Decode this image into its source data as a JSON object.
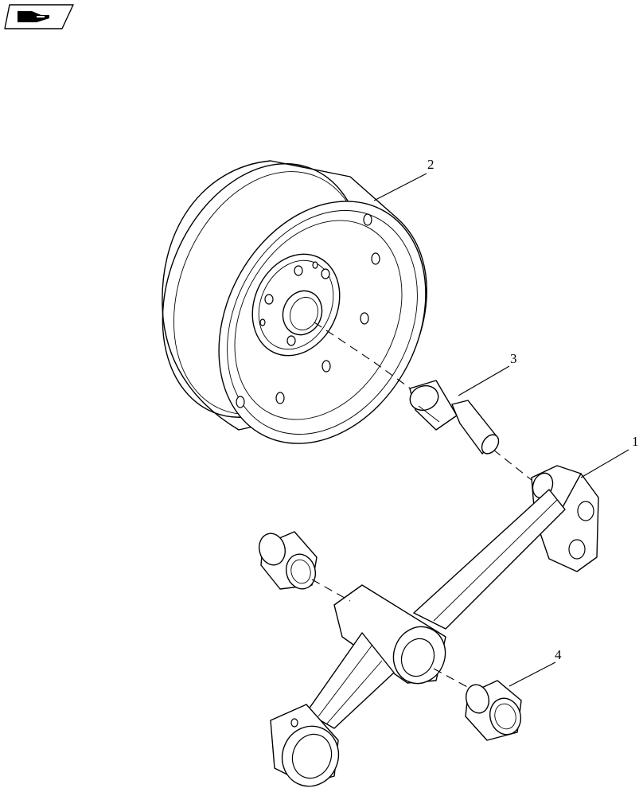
{
  "header": {
    "icon": "next-page-arrow-icon"
  },
  "callouts": [
    {
      "id": "1",
      "label": "1"
    },
    {
      "id": "2",
      "label": "2"
    },
    {
      "id": "3",
      "label": "3"
    },
    {
      "id": "4",
      "label": "4"
    }
  ]
}
